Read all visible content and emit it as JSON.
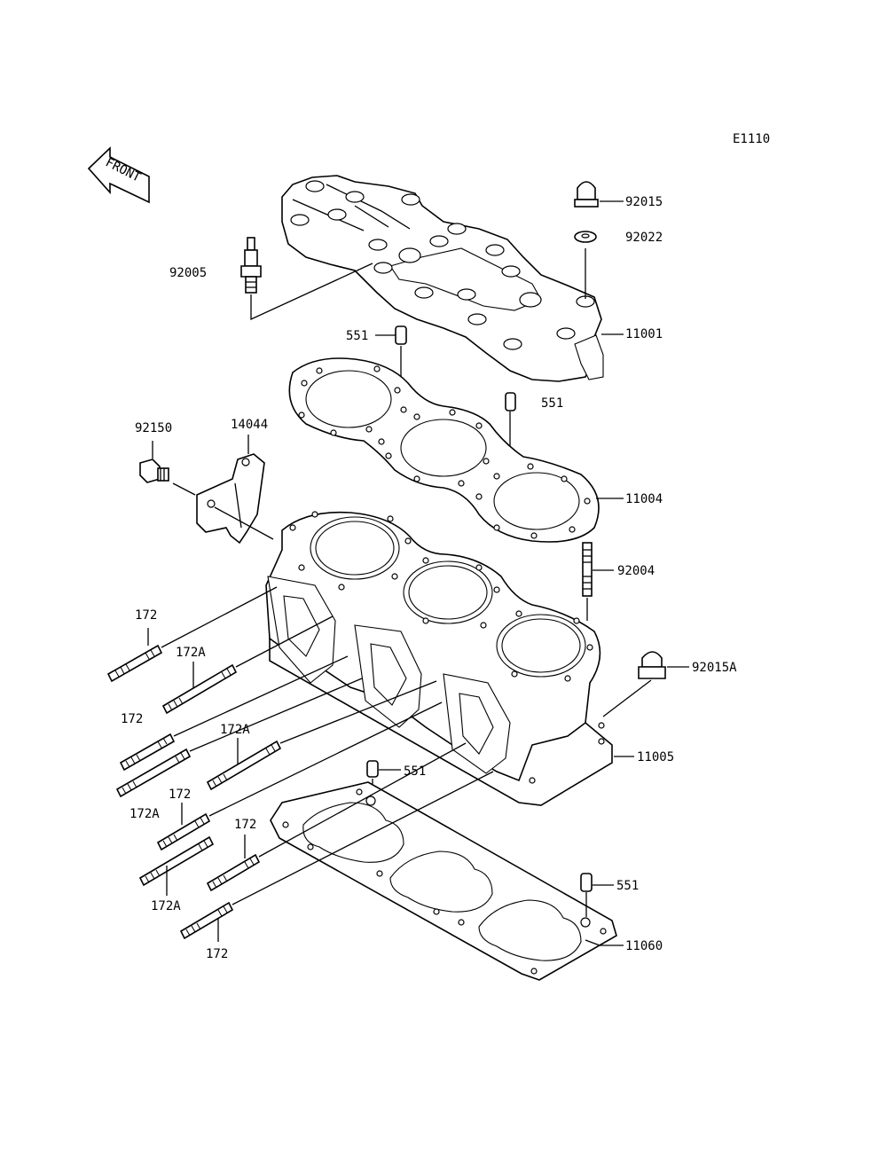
{
  "code": "E1110",
  "front_label": "FRONT",
  "labels": {
    "p92015": "92015",
    "p92022": "92022",
    "p92005": "92005",
    "p11001": "11001",
    "p551_top": "551",
    "p551_right": "551",
    "p92150": "92150",
    "p14044": "14044",
    "p11004": "11004",
    "p92004": "92004",
    "p172_a": "172",
    "p172A_a": "172A",
    "p92015A": "92015A",
    "p172_b": "172",
    "p172A_b": "172A",
    "p11005": "11005",
    "p551_mid": "551",
    "p172A_c": "172A",
    "p172_c": "172",
    "p172_d": "172",
    "p551_low": "551",
    "p172A_d": "172A",
    "p11060": "11060",
    "p172_e": "172"
  }
}
